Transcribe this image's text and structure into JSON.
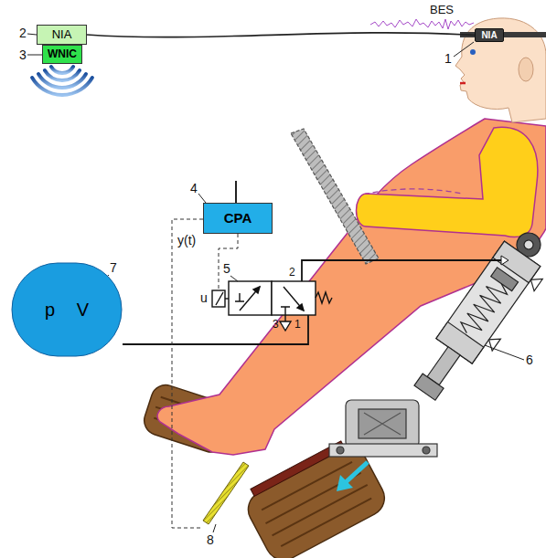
{
  "diagram": {
    "nodes": [
      {
        "text": [
          "NIA"
        ]
      },
      {
        "text": [
          "WNIC"
        ]
      },
      {
        "text": [
          "NIA"
        ]
      },
      {
        "text": [
          "CPA"
        ]
      },
      {
        "text": [
          "p V"
        ]
      }
    ],
    "edges": [
      {
        "from": 0,
        "to": 2,
        "arrow": "none"
      }
    ],
    "labels": [
      "BES",
      "2",
      "1",
      "3",
      "4",
      "y(t)",
      "5",
      "2",
      "u",
      "7",
      "3",
      "1",
      "6",
      "8"
    ]
  }
}
